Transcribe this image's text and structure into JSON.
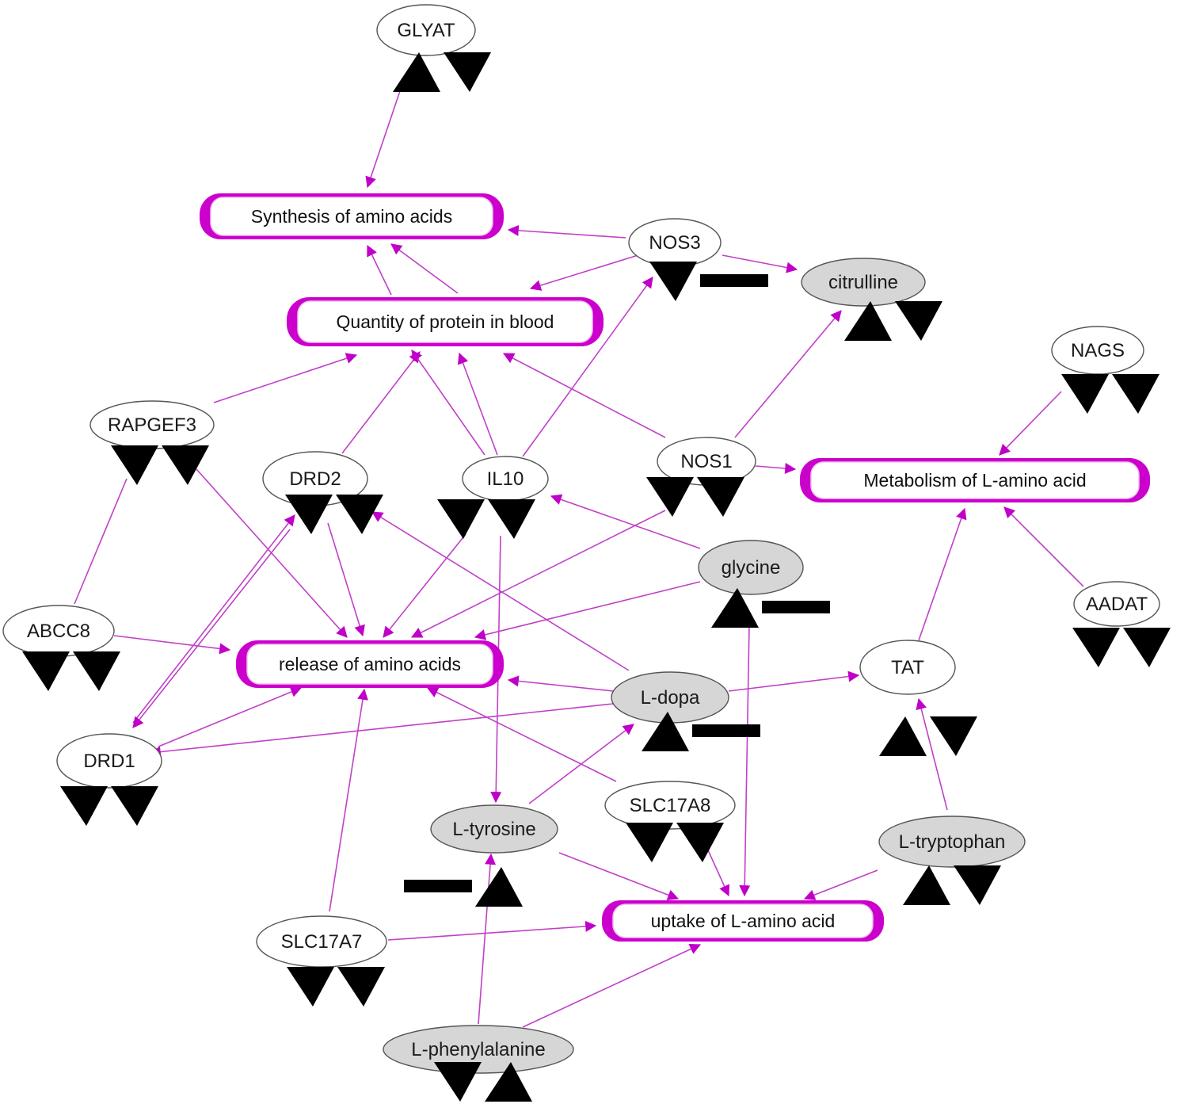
{
  "colors": {
    "edge": "#c040c8",
    "arrowhead": "#c000c8",
    "function_border": "#cc00cc",
    "gene_fill": "#ffffff",
    "metabolite_fill": "#d6d6d6",
    "marker": "#000000"
  },
  "functions": [
    {
      "id": "synthesis",
      "label": "Synthesis of amino acids"
    },
    {
      "id": "quantity",
      "label": "Quantity of protein in blood"
    },
    {
      "id": "metabolism",
      "label": "Metabolism of L-amino acid"
    },
    {
      "id": "release",
      "label": "release of amino acids"
    },
    {
      "id": "uptake",
      "label": "uptake of L-amino acid"
    }
  ],
  "nodes": [
    {
      "id": "GLYAT",
      "label": "GLYAT",
      "kind": "gene",
      "markers": [
        "up",
        "down"
      ]
    },
    {
      "id": "NOS3",
      "label": "NOS3",
      "kind": "gene",
      "markers": [
        "down",
        "bar"
      ]
    },
    {
      "id": "citrulline",
      "label": "citrulline",
      "kind": "metabolite",
      "markers": [
        "up",
        "down"
      ]
    },
    {
      "id": "NAGS",
      "label": "NAGS",
      "kind": "gene",
      "markers": [
        "down",
        "down"
      ]
    },
    {
      "id": "RAPGEF3",
      "label": "RAPGEF3",
      "kind": "gene",
      "markers": [
        "down",
        "down"
      ]
    },
    {
      "id": "DRD2",
      "label": "DRD2",
      "kind": "gene",
      "markers": [
        "down",
        "down"
      ]
    },
    {
      "id": "IL10",
      "label": "IL10",
      "kind": "gene",
      "markers": [
        "down",
        "down"
      ]
    },
    {
      "id": "NOS1",
      "label": "NOS1",
      "kind": "gene",
      "markers": [
        "down",
        "down"
      ]
    },
    {
      "id": "glycine",
      "label": "glycine",
      "kind": "metabolite",
      "markers": [
        "up",
        "bar"
      ]
    },
    {
      "id": "AADAT",
      "label": "AADAT",
      "kind": "gene",
      "markers": [
        "down",
        "down"
      ]
    },
    {
      "id": "ABCC8",
      "label": "ABCC8",
      "kind": "gene",
      "markers": [
        "down",
        "down"
      ]
    },
    {
      "id": "TAT",
      "label": "TAT",
      "kind": "gene",
      "markers": [
        "up",
        "down"
      ]
    },
    {
      "id": "Ldopa",
      "label": "L-dopa",
      "kind": "metabolite",
      "markers": [
        "up",
        "bar"
      ]
    },
    {
      "id": "DRD1",
      "label": "DRD1",
      "kind": "gene",
      "markers": [
        "down",
        "down"
      ]
    },
    {
      "id": "SLC17A8",
      "label": "SLC17A8",
      "kind": "gene",
      "markers": [
        "down",
        "down"
      ]
    },
    {
      "id": "Ltyrosine",
      "label": "L-tyrosine",
      "kind": "metabolite",
      "markers": [
        "bar",
        "up"
      ]
    },
    {
      "id": "Ltryptophan",
      "label": "L-tryptophan",
      "kind": "metabolite",
      "markers": [
        "up",
        "down"
      ]
    },
    {
      "id": "SLC17A7",
      "label": "SLC17A7",
      "kind": "gene",
      "markers": [
        "down",
        "down"
      ]
    },
    {
      "id": "Lphenylalanine",
      "label": "L-phenylalanine",
      "kind": "metabolite",
      "markers": [
        "down",
        "up"
      ]
    }
  ],
  "edges": [
    {
      "from": "GLYAT",
      "to": "synthesis",
      "arrow": true
    },
    {
      "from": "NOS3",
      "to": "synthesis",
      "arrow": true
    },
    {
      "from": "NOS3",
      "to": "quantity",
      "arrow": true
    },
    {
      "from": "NOS3",
      "to": "citrulline",
      "arrow": true
    },
    {
      "from": "quantity",
      "to": "synthesis",
      "arrow": true
    },
    {
      "from": "quantity",
      "to": "synthesis",
      "arrow": true
    },
    {
      "from": "RAPGEF3",
      "to": "quantity",
      "arrow": true
    },
    {
      "from": "DRD2",
      "to": "quantity",
      "arrow": true
    },
    {
      "from": "IL10",
      "to": "quantity",
      "arrow": true
    },
    {
      "from": "IL10",
      "to": "quantity",
      "arrow": true
    },
    {
      "from": "IL10",
      "to": "NOS3",
      "arrow": true
    },
    {
      "from": "NOS1",
      "to": "quantity",
      "arrow": true
    },
    {
      "from": "NOS1",
      "to": "citrulline",
      "arrow": true
    },
    {
      "from": "NOS1",
      "to": "metabolism",
      "arrow": true
    },
    {
      "from": "NAGS",
      "to": "metabolism",
      "arrow": true
    },
    {
      "from": "AADAT",
      "to": "metabolism",
      "arrow": true
    },
    {
      "from": "TAT",
      "to": "metabolism",
      "arrow": true
    },
    {
      "from": "RAPGEF3",
      "to": "release",
      "arrow": true
    },
    {
      "from": "RAPGEF3",
      "to": "ABCC8",
      "arrow": false
    },
    {
      "from": "ABCC8",
      "to": "release",
      "arrow": true
    },
    {
      "from": "DRD2",
      "to": "release",
      "arrow": true
    },
    {
      "from": "IL10",
      "to": "release",
      "arrow": true
    },
    {
      "from": "NOS1",
      "to": "release",
      "arrow": true
    },
    {
      "from": "glycine",
      "to": "release",
      "arrow": true
    },
    {
      "from": "glycine",
      "to": "IL10",
      "arrow": true
    },
    {
      "from": "glycine",
      "to": "uptake",
      "arrow": true
    },
    {
      "from": "Ldopa",
      "to": "release",
      "arrow": true
    },
    {
      "from": "Ldopa",
      "to": "DRD2",
      "arrow": true
    },
    {
      "from": "Ldopa",
      "to": "DRD1",
      "arrow": true
    },
    {
      "from": "Ldopa",
      "to": "TAT",
      "arrow": true
    },
    {
      "from": "DRD1",
      "to": "DRD2",
      "arrow": true
    },
    {
      "from": "DRD2",
      "to": "DRD1",
      "arrow": true
    },
    {
      "from": "DRD1",
      "to": "release",
      "arrow": true
    },
    {
      "from": "SLC17A8",
      "to": "release",
      "arrow": true
    },
    {
      "from": "SLC17A8",
      "to": "uptake",
      "arrow": true
    },
    {
      "from": "SLC17A7",
      "to": "release",
      "arrow": true
    },
    {
      "from": "SLC17A7",
      "to": "uptake",
      "arrow": true
    },
    {
      "from": "IL10",
      "to": "Ltyrosine",
      "arrow": true
    },
    {
      "from": "Ltyrosine",
      "to": "Ldopa",
      "arrow": true
    },
    {
      "from": "Ltyrosine",
      "to": "uptake",
      "arrow": true
    },
    {
      "from": "Ltryptophan",
      "to": "uptake",
      "arrow": true
    },
    {
      "from": "Ltryptophan",
      "to": "TAT",
      "arrow": true
    },
    {
      "from": "Lphenylalanine",
      "to": "Ltyrosine",
      "arrow": true
    },
    {
      "from": "Lphenylalanine",
      "to": "uptake",
      "arrow": true
    }
  ]
}
